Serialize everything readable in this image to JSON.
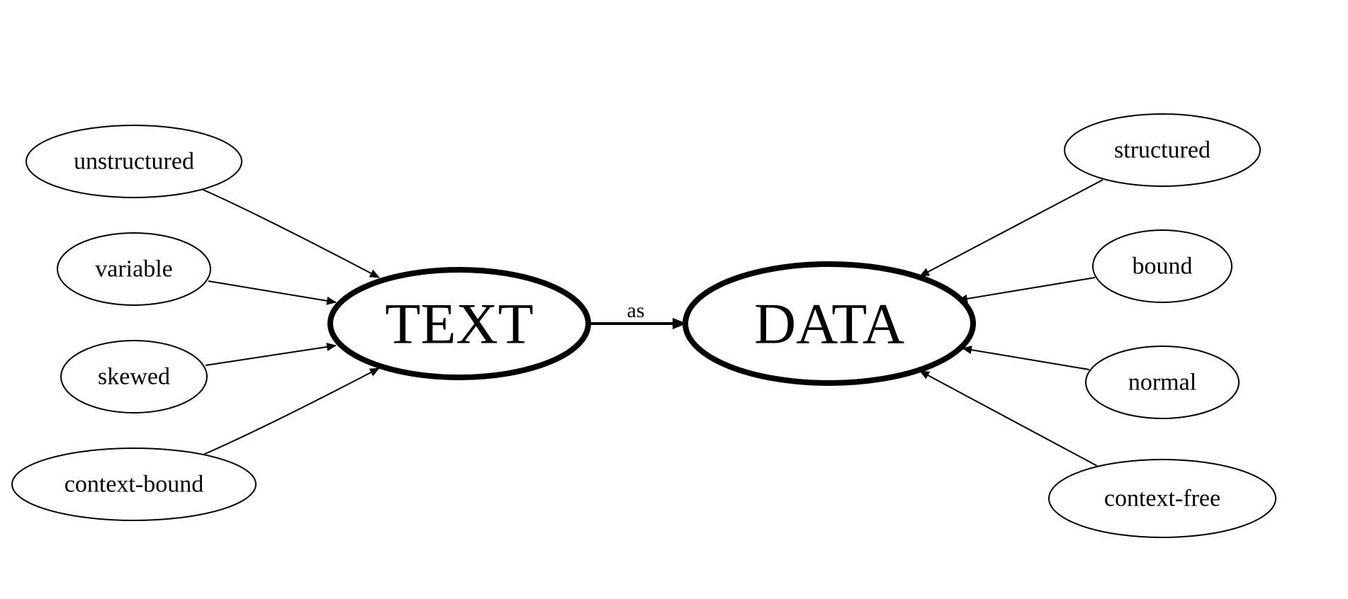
{
  "diagram": {
    "main_nodes": {
      "text": "TEXT",
      "data": "DATA"
    },
    "main_edge": {
      "label": "as",
      "from": "text",
      "to": "data"
    },
    "left_attributes": [
      "unstructured",
      "variable",
      "skewed",
      "context-bound"
    ],
    "right_attributes": [
      "structured",
      "bound",
      "normal",
      "context-free"
    ]
  }
}
